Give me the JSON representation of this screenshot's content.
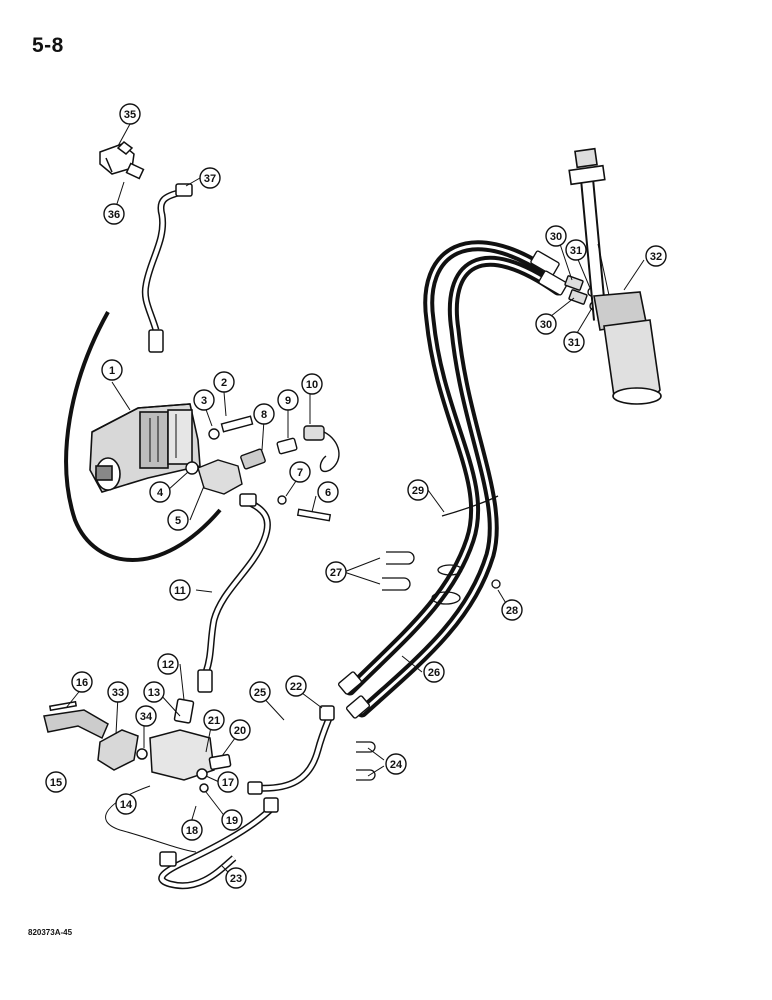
{
  "page": {
    "page_number": "5-8",
    "figure_code": "820373A-45"
  },
  "callouts": [
    "1",
    "2",
    "3",
    "4",
    "5",
    "6",
    "7",
    "8",
    "9",
    "10",
    "11",
    "12",
    "13",
    "14",
    "15",
    "16",
    "17",
    "18",
    "19",
    "20",
    "21",
    "22",
    "23",
    "24",
    "25",
    "26",
    "27",
    "28",
    "29",
    "30",
    "30",
    "31",
    "31",
    "32",
    "33",
    "34",
    "35",
    "36",
    "37"
  ],
  "colors": {
    "ink": "#111111",
    "paper": "#ffffff"
  }
}
